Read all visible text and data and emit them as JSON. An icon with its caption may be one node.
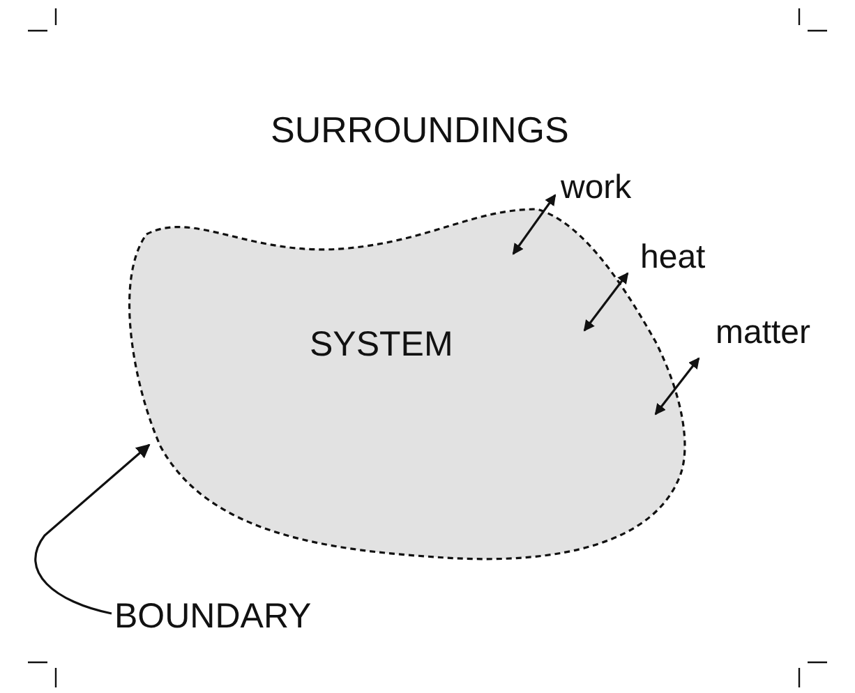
{
  "diagram": {
    "nodes": [
      {
        "text": [
          "SYSTEM"
        ]
      },
      {
        "text": [
          "BOUNDARY"
        ]
      }
    ],
    "edges": [
      {
        "from": 1,
        "to": 0,
        "arrow": "to"
      }
    ],
    "labels": [
      "SURROUNDINGS",
      "work",
      "heat",
      "matter"
    ]
  }
}
